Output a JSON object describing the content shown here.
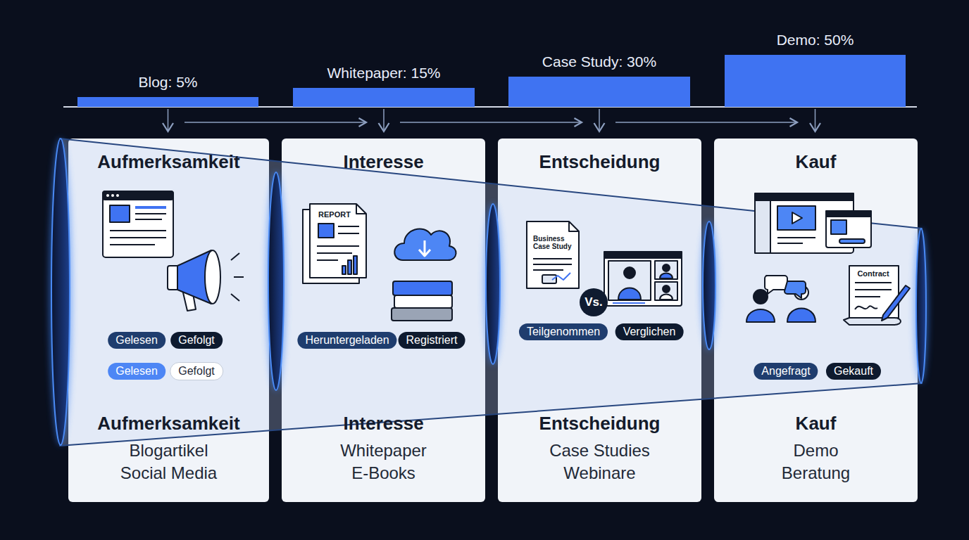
{
  "diagram": {
    "nodes": [
      {
        "text": [
          "Blog: 5%"
        ]
      },
      {
        "text": [
          "Whitepaper: 15%"
        ]
      },
      {
        "text": [
          "Case Study: 30%"
        ]
      },
      {
        "text": [
          "Demo: 50%"
        ]
      },
      {
        "text": [
          "Aufmerksamkeit",
          "Aufmerksamkeit",
          "Blogartikel",
          "Social Media"
        ]
      },
      {
        "text": [
          "Gelesen"
        ],
        "in": 4
      },
      {
        "text": [
          "Gefolgt"
        ],
        "in": 4
      },
      {
        "text": [
          "Gelesen"
        ],
        "in": 4
      },
      {
        "text": [
          "Gefolgt"
        ],
        "in": 4
      },
      {
        "text": [
          "Interesse",
          "Interesse",
          "Whitepaper",
          "E-Books"
        ]
      },
      {
        "text": [
          "Heruntergeladen"
        ],
        "in": 9
      },
      {
        "text": [
          "Registriert"
        ],
        "in": 9
      },
      {
        "text": [
          "Entscheidung",
          "Entscheidung",
          "Case Studies",
          "Webinare"
        ]
      },
      {
        "text": [
          "Teilgenommen"
        ],
        "in": 12
      },
      {
        "text": [
          "Verglichen"
        ],
        "in": 12
      },
      {
        "text": [
          "Kauf",
          "Kauf",
          "Demo",
          "Beratung"
        ]
      },
      {
        "text": [
          "Angefragt"
        ],
        "in": 15
      },
      {
        "text": [
          "Gekauft"
        ],
        "in": 15
      }
    ],
    "edges": [
      {
        "from": 0,
        "to": 4,
        "arrow": "to"
      },
      {
        "from": 1,
        "to": 9,
        "arrow": "to"
      },
      {
        "from": 2,
        "to": 12,
        "arrow": "to"
      },
      {
        "from": 3,
        "to": 15,
        "arrow": "to"
      }
    ],
    "labels": [
      "REPORT",
      "Business Case Study",
      "Vs.",
      "Contract"
    ]
  }
}
